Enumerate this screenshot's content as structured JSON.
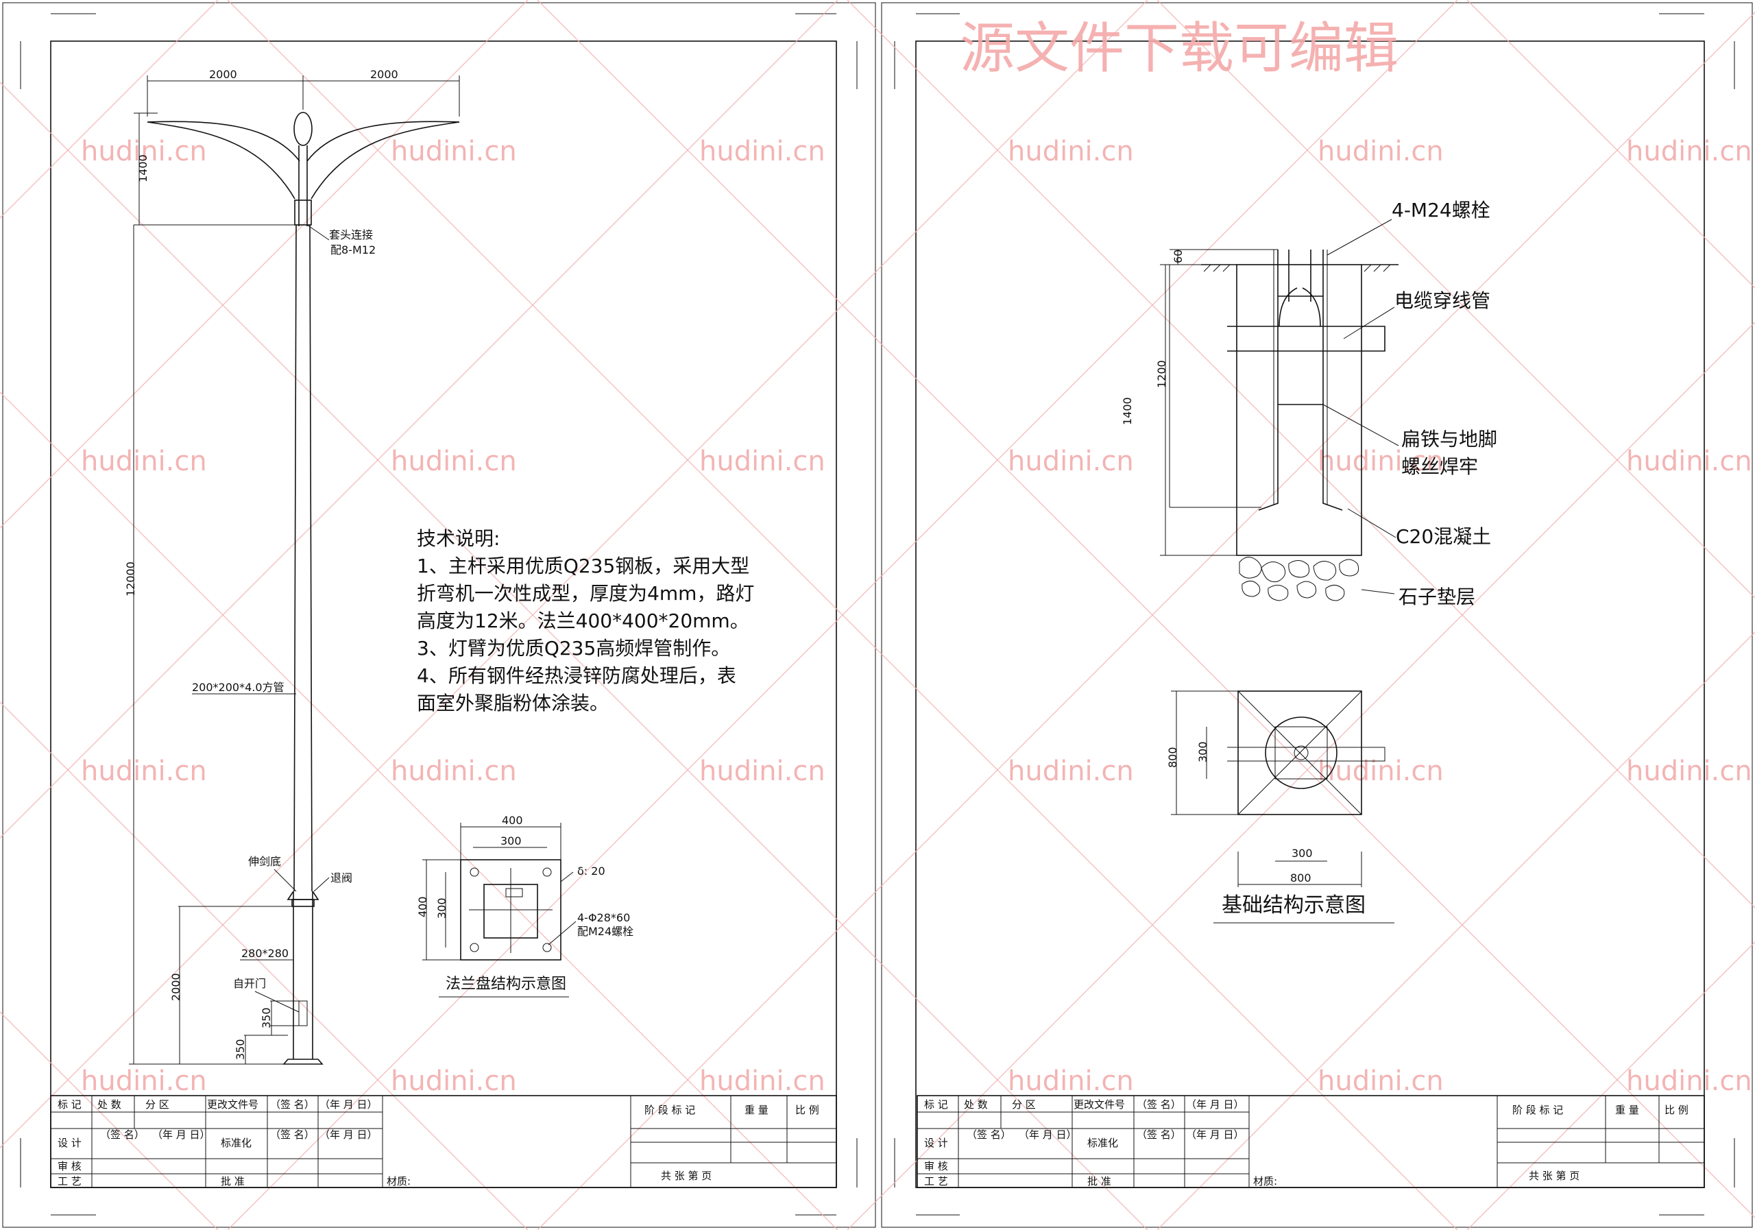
{
  "watermark": {
    "site": "hudini.cn",
    "header": "源文件下载可编辑",
    "color": "#f2a8a8"
  },
  "pole": {
    "arm_span_left": "2000",
    "arm_span_right": "2000",
    "arm_height": "1400",
    "total_height": "12000",
    "base_height": "2000",
    "door_height": "350",
    "bottom_offset": "350",
    "head_connection": "套头连接",
    "head_bolts": "配8-M12",
    "square_tube": "200*200*4.0方管",
    "flange_label": "伸剑底",
    "dovetail_label": "退阀",
    "base_size": "280*280",
    "door_label": "自开门"
  },
  "tech_notes": {
    "title": "技术说明:",
    "lines": [
      "1、主杆采用优质Q235钢板，采用大型",
      "折弯机一次性成型，厚度为4mm，路灯",
      "高度为12米。法兰400*400*20mm。",
      "3、灯臂为优质Q235高频焊管制作。",
      "4、所有钢件经热浸锌防腐处理后，表",
      "面室外聚脂粉体涂装。"
    ]
  },
  "flange": {
    "outer": "400",
    "inner": "300",
    "side_outer": "400",
    "side_inner": "300",
    "thickness": "δ: 20",
    "holes": "4-Φ28*60",
    "bolts": "配M24螺栓",
    "caption": "法兰盘结构示意图"
  },
  "foundation": {
    "bolt_label": "4-M24螺栓",
    "cable_label": "电缆穿线管",
    "weld_label_1": "扁铁与地脚",
    "weld_label_2": "螺丝焊牢",
    "concrete_label": "C20混凝土",
    "gravel_label": "石子垫层",
    "dim_top": "60",
    "dim_bolt": "1200",
    "dim_total": "1400",
    "plan_side": "800",
    "plan_inner": "300",
    "plan_bottom_inner": "300",
    "plan_bottom": "800",
    "caption": "基础结构示意图"
  },
  "title_block": {
    "mark": "标 记",
    "count": "处 数",
    "zone": "分 区",
    "doc_no": "更改文件号",
    "sign": "（签 名）",
    "date": "（年 月 日）",
    "design": "设 计",
    "standard": "标准化",
    "review": "审 核",
    "process": "工 艺",
    "approve": "批 准",
    "stage": "阶 段 标 记",
    "weight": "重 量",
    "scale": "比 例",
    "material": "材质:",
    "pages": "共    张    第    页"
  }
}
